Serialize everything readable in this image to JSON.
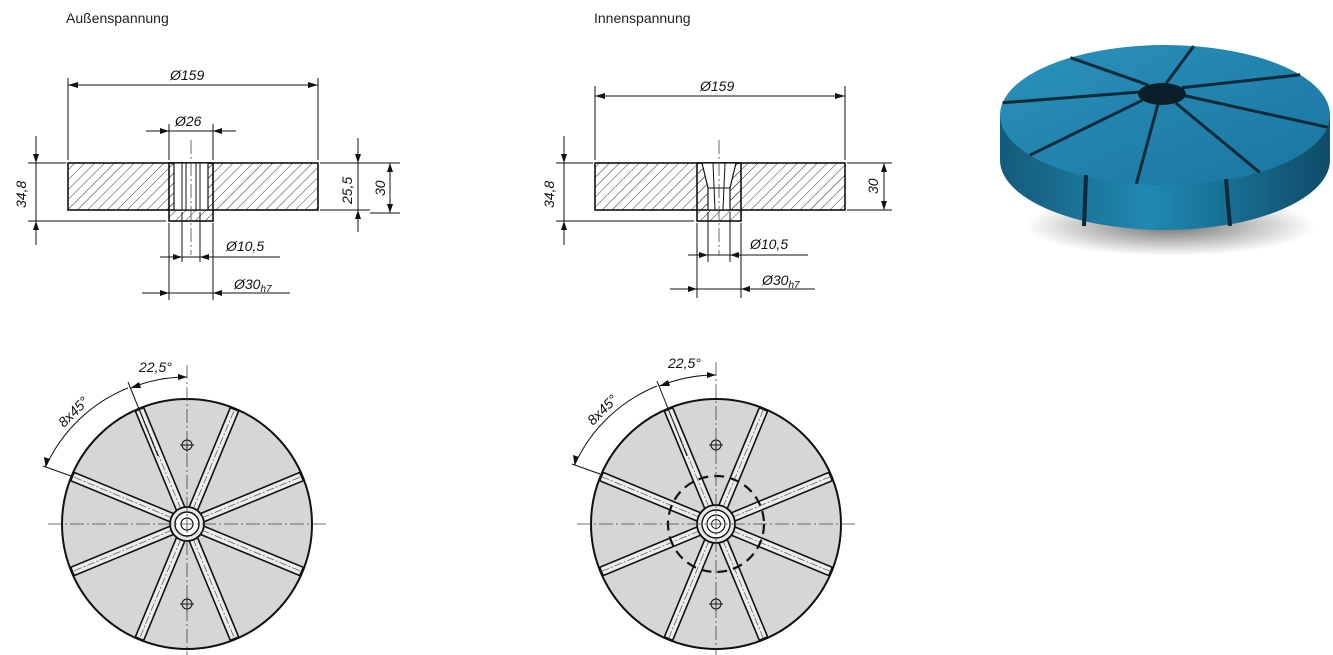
{
  "left_view": {
    "title": "Außenspannung",
    "dia_outer": "Ø159",
    "dia_bore": "Ø26",
    "height_total": "34,8",
    "height_plate": "25,5",
    "height_right": "30",
    "dia_hole": "Ø10,5",
    "dia_spigot": "Ø30",
    "tolerance": "h7",
    "angle_step": "22,5°",
    "angle_pattern": "8x45°"
  },
  "right_view": {
    "title": "Innenspannung",
    "dia_outer": "Ø159",
    "height_total": "34,8",
    "height_right": "30",
    "dia_hole": "Ø10,5",
    "dia_spigot": "Ø30",
    "tolerance": "h7",
    "angle_step": "22,5°",
    "angle_pattern": "8x45°"
  },
  "photo": {
    "color": "#1e7fa6",
    "segments": 8
  }
}
